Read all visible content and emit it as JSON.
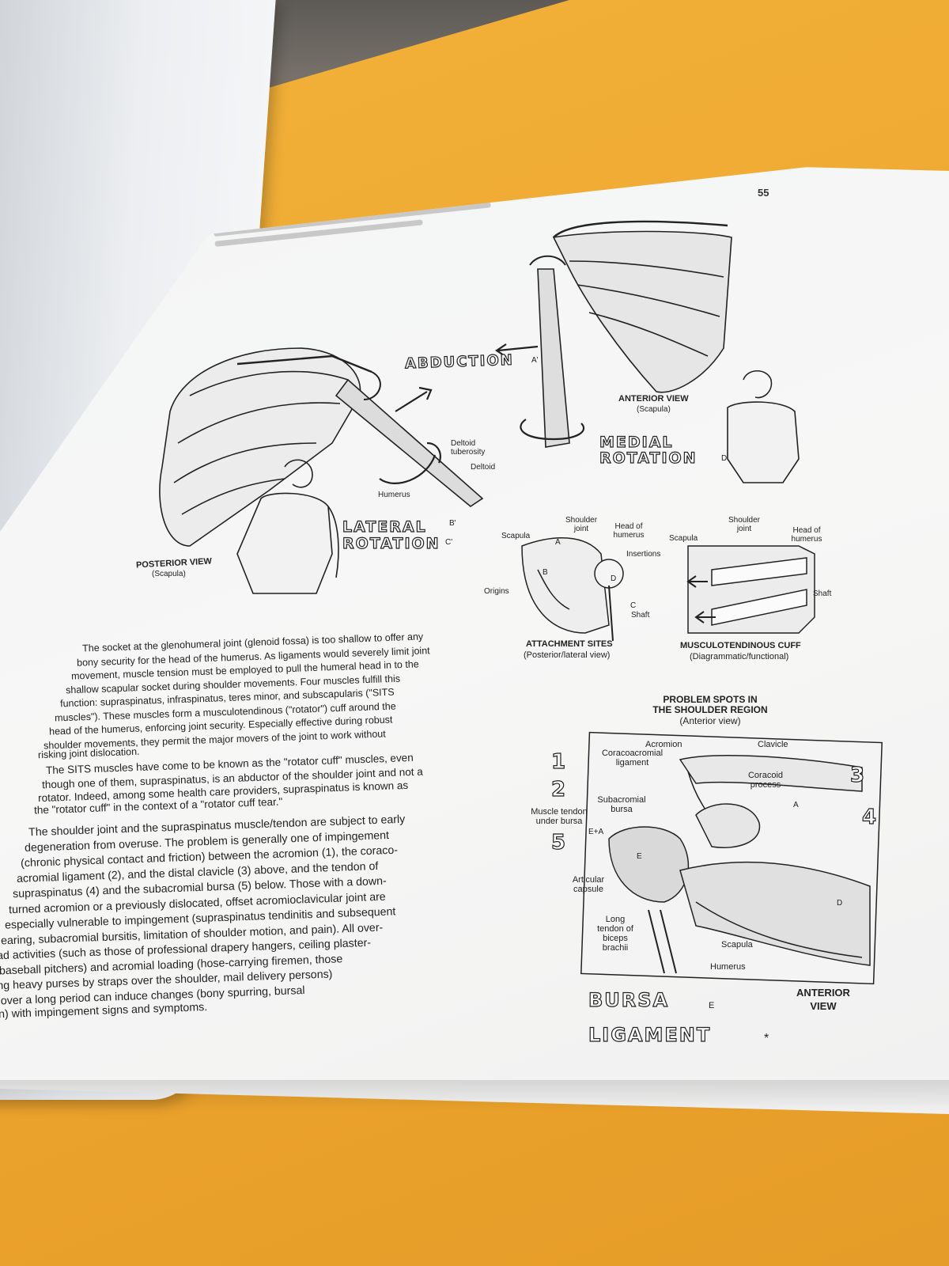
{
  "page_number": "55",
  "titles": {
    "abduction": "ABDUCTION",
    "abduction_marker": "A'",
    "medial_rotation_line1": "MEDIAL",
    "medial_rotation_line2": "ROTATION",
    "medial_rotation_marker": "D'",
    "lateral_rotation_line1": "LATERAL",
    "lateral_rotation_line2": "ROTATION",
    "lateral_marker_b": "B'",
    "lateral_marker_c": "C'",
    "bursa": "BURSA",
    "bursa_marker": "E",
    "ligament": "LIGAMENT",
    "ligament_marker": "*"
  },
  "posterior_view": {
    "title": "POSTERIOR VIEW",
    "subtitle": "(Scapula)",
    "humerus": "Humerus",
    "deltoid_tuberosity": "Deltoid tuberosity",
    "deltoid": "Deltoid"
  },
  "anterior_view": {
    "title": "ANTERIOR VIEW",
    "subtitle": "(Scapula)"
  },
  "attachment_sites": {
    "title": "ATTACHMENT SITES",
    "subtitle": "(Posterior/lateral view)",
    "shoulder_joint": "Shoulder joint",
    "head_of_humerus": "Head of humerus",
    "scapula": "Scapula",
    "insertions": "Insertions",
    "origins": "Origins",
    "shaft": "Shaft",
    "letters": [
      "A",
      "B",
      "C",
      "D"
    ]
  },
  "cuff": {
    "title": "MUSCULOTENDINOUS CUFF",
    "subtitle": "(Diagrammatic/functional)",
    "shoulder_joint": "Shoulder joint",
    "head_of_humerus": "Head of humerus",
    "scapula": "Scapula",
    "shaft": "Shaft"
  },
  "problem_spots": {
    "title_line1": "PROBLEM SPOTS IN",
    "title_line2": "THE SHOULDER REGION",
    "subtitle": "(Anterior view)",
    "acromion": "Acromion",
    "clavicle": "Clavicle",
    "coracoacromial_ligament": "Coracoacromial ligament",
    "coracoid_process": "Coracoid process",
    "subacromial_bursa": "Subacromial bursa",
    "muscle_tendon": "Muscle tendon under bursa",
    "articular_capsule": "Articular capsule",
    "long_tendon": "Long tendon of biceps brachii",
    "scapula": "Scapula",
    "humerus": "Humerus",
    "anterior_view_line1": "ANTERIOR",
    "anterior_view_line2": "VIEW",
    "markers": [
      "1",
      "2",
      "3",
      "4",
      "5"
    ],
    "letter_a": "A",
    "letter_d": "D",
    "letter_e": "E",
    "letter_ea": "E+A"
  },
  "paragraphs": {
    "p1": [
      "The socket at the glenohumeral joint (glenoid fossa) is too shallow to offer any",
      "bony security for the head of the humerus. As ligaments would severely limit joint",
      "movement, muscle tension must be employed to pull the humeral head in to the",
      "shallow scapular socket during shoulder movements. Four muscles fulfill this",
      "function: supraspinatus, infraspinatus, teres minor, and subscapularis (\"SITS",
      "muscles\"). These muscles form a musculotendinous (\"rotator\") cuff around the",
      "head of the humerus, enforcing joint security. Especially effective during robust",
      "shoulder movements, they permit the major movers of the joint to work without",
      "risking joint dislocation."
    ],
    "p2": [
      "The SITS muscles have come to be known as the \"rotator cuff\" muscles, even",
      "though one of them, supraspinatus, is an abductor of the shoulder joint and not a",
      "rotator. Indeed, among some health care providers, supraspinatus is known as",
      "the \"rotator cuff\" in the context of a \"rotator cuff tear.\""
    ],
    "p3": [
      "The shoulder joint and the supraspinatus muscle/tendon are subject to early",
      "degeneration from overuse. The problem is generally one of impingement",
      "(chronic physical contact and friction) between the acromion (1), the coraco-",
      "acromial ligament (2), and the distal clavicle (3) above, and the tendon of",
      "supraspinatus (4) and the subacromial bursa (5) below. Those with a down-",
      "turned acromion or a previously dislocated, offset acromioclavicular joint are",
      "especially vulnerable to impingement (supraspinatus tendinitis and subsequent",
      "earing, subacromial bursitis, limitation of shoulder motion, and pain). All over-",
      "ad activities (such as those of professional drapery hangers, ceiling plaster-",
      ". baseball pitchers) and acromial loading (hose-carrying firemen, those",
      "ving heavy purses by straps over the shoulder, mail delivery persons)",
      "ed over a long period can induce changes (bony spurring, bursal",
      "ction) with impingement signs and symptoms."
    ]
  }
}
